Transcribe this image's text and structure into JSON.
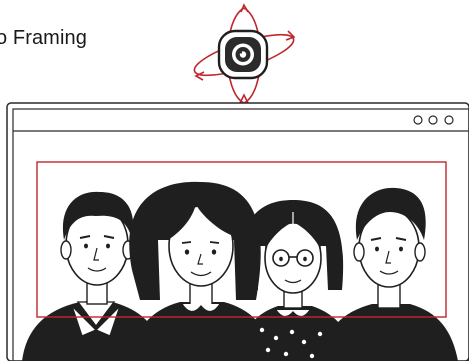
{
  "heading": {
    "text": "o Framing"
  },
  "window": {
    "controls": [
      "dot",
      "dot",
      "dot"
    ]
  },
  "icons": {
    "camera": "webcam-icon",
    "rotation": "rotation-arrows-icon",
    "frame": "framing-box-icon"
  },
  "colors": {
    "accent": "#c0272d",
    "ink": "#1f1f1f",
    "line": "#2a2a2a",
    "background": "#ffffff"
  },
  "people": [
    {
      "id": "man-left"
    },
    {
      "id": "woman-bob"
    },
    {
      "id": "woman-glasses"
    },
    {
      "id": "man-right"
    }
  ]
}
